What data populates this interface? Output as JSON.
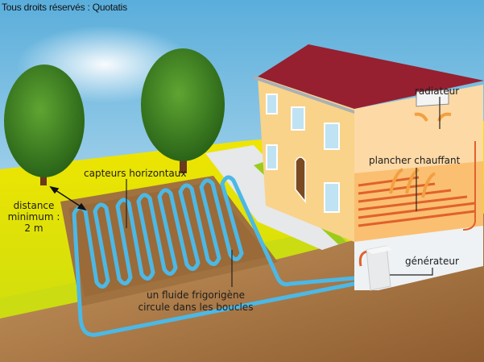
{
  "copyright": "Tous droits réservés : Quotatis",
  "labels": {
    "distance": [
      "distance",
      "minimum :",
      "2 m"
    ],
    "capteurs": "capteurs horizontaux",
    "fluide": [
      "un fluide frigorigène",
      "circule dans les boucles"
    ],
    "radiateur": "radiateur",
    "plancher": "plancher chauffant",
    "generateur": "générateur"
  },
  "colors": {
    "sky_top": "#5fb0dc",
    "sky_bottom": "#d9ecf6",
    "grass": "#e8e400",
    "lawn": "#c8dc10",
    "soil": "#a87848",
    "trench": "#8b5a2e",
    "pipe": "#4cb8e6",
    "roof": "#962030",
    "facade": "#f9d38a",
    "interior": "#fcc680",
    "heat": "#e8642a"
  }
}
